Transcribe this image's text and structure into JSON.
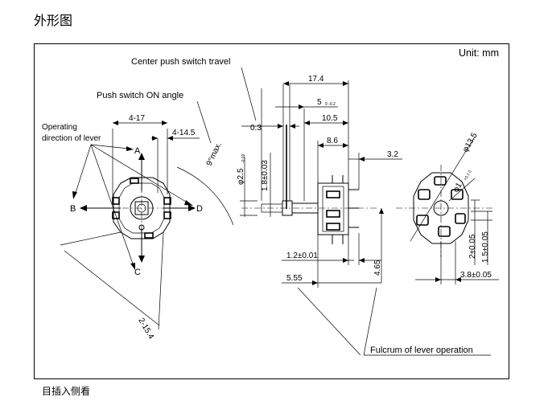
{
  "page": {
    "title": "外形图",
    "caption": "目插入侧看",
    "unit": "Unit: mm"
  },
  "callouts": {
    "center_push_travel": "Center push switch travel",
    "push_on_angle": "Push switch ON angle",
    "operating_direction_line1": "Operating",
    "operating_direction_line2": "direction  of lever",
    "fulcrum": "Fulcrum of lever operation"
  },
  "directions": {
    "a": "A",
    "b": "B",
    "c": "C",
    "d": "D"
  },
  "dimensions": {
    "d_4_17": "4-17",
    "d_4_14_5": "4-14.5",
    "d_2_15_4": "2-15.4",
    "d_9max": "9°max.",
    "d_phi2_5": "φ2.5",
    "d_phi2_5_tol": "-0.02",
    "d_1_8": "1.8±0.03",
    "d_17_4": "17.4",
    "d_5": "5",
    "d_5_tol": "0 -0.2",
    "d_0_3": "0.3",
    "d_10_5": "10.5",
    "d_8_6": "8.6",
    "d_3_2": "3.2",
    "d_1_2": "1.2±0.01",
    "d_5_55": "5.55",
    "d_4_65": "4.65",
    "d_phi13_5": "φ13.5",
    "d_phi1": "φ1",
    "d_phi1_tol": "+0.1 0",
    "d_1_5": "1.5±0.05",
    "d_2_0_05": "2±0.05",
    "d_3_8": "3.8±0.05"
  }
}
